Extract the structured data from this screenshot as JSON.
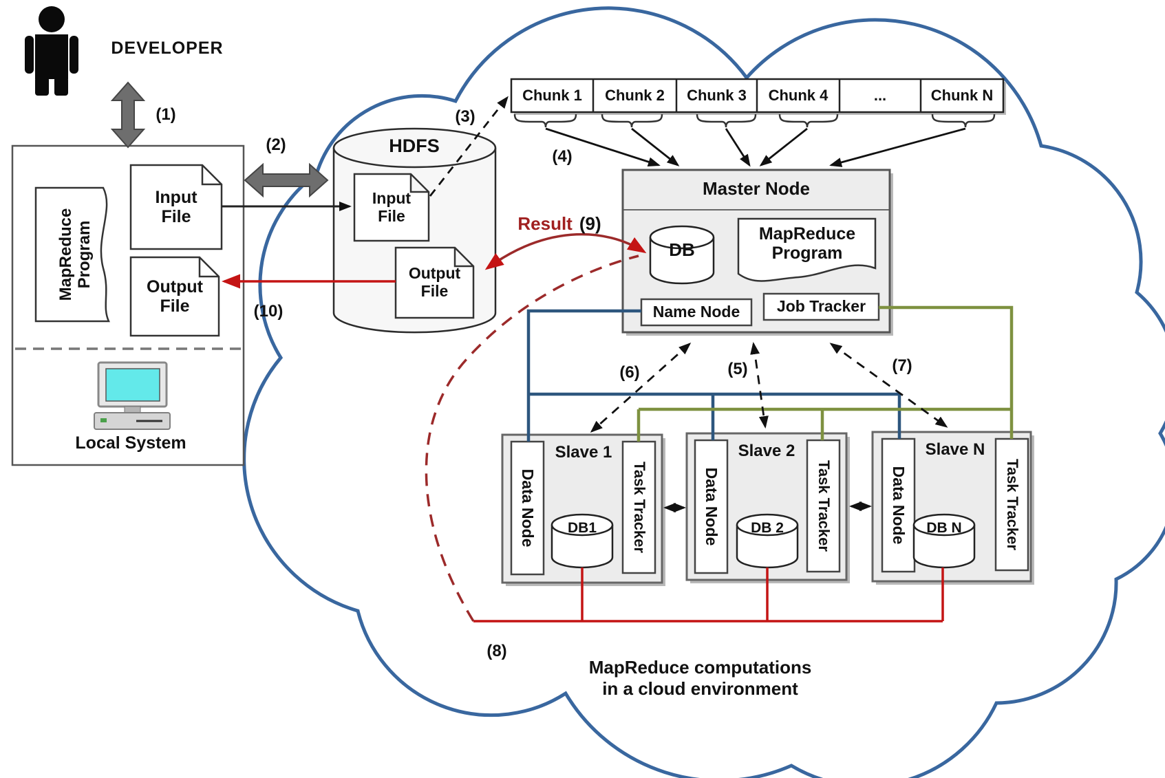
{
  "developer": {
    "label": "DEVELOPER"
  },
  "local_system": {
    "title": "Local System",
    "program_doc": "MapReduce\nProgram",
    "input_file": "Input\nFile",
    "output_file": "Output\nFile"
  },
  "hdfs": {
    "title": "HDFS",
    "input_file": "Input\nFile",
    "output_file": "Output\nFile"
  },
  "chunks": [
    "Chunk 1",
    "Chunk 2",
    "Chunk 3",
    "Chunk 4",
    "...",
    "Chunk N"
  ],
  "master_node": {
    "title": "Master Node",
    "db_label": "DB",
    "program_doc": "MapReduce\nProgram",
    "name_node": "Name Node",
    "job_tracker": "Job Tracker"
  },
  "slaves": [
    {
      "title": "Slave 1",
      "data_node": "Data Node",
      "task_tracker": "Task Tracker",
      "db": "DB1"
    },
    {
      "title": "Slave 2",
      "data_node": "Data Node",
      "task_tracker": "Task Tracker",
      "db": "DB 2"
    },
    {
      "title": "Slave N",
      "data_node": "Data Node",
      "task_tracker": "Task Tracker",
      "db": "DB N"
    }
  ],
  "steps": {
    "s1": "(1)",
    "s2": "(2)",
    "s3": "(3)",
    "s4": "(4)",
    "s5": "(5)",
    "s6": "(6)",
    "s7": "(7)",
    "s8": "(8)",
    "s9": "(9)",
    "s10": "(10)"
  },
  "result_label": "Result",
  "caption": "MapReduce computations\nin a cloud environment",
  "colors": {
    "cloud_outline": "#39679f",
    "name_node_line": "#2d567e",
    "job_tracker_line": "#7e9140",
    "data_line_red": "#c41414",
    "result_curve": "#9c2a2a",
    "result_text": "#a02020",
    "gray_arrow": "#6e6e6e"
  }
}
